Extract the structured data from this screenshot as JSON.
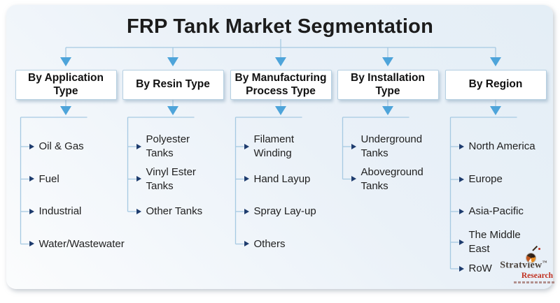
{
  "title": "FRP Tank Market Segmentation",
  "columns": [
    {
      "header": "By Application Type",
      "items": [
        "Oil & Gas",
        "Fuel",
        "Industrial",
        "Water/Wastewater"
      ]
    },
    {
      "header": "By Resin Type",
      "items": [
        "Polyester\nTanks",
        "Vinyl Ester\nTanks",
        "Other Tanks"
      ]
    },
    {
      "header": "By Manufacturing Process Type",
      "items": [
        "Filament\nWinding",
        "Hand Layup",
        "Spray Lay-up",
        "Others"
      ]
    },
    {
      "header": "By Installation Type",
      "items": [
        "Underground\nTanks",
        "Aboveground\nTanks"
      ]
    },
    {
      "header": "By Region",
      "items": [
        "North America",
        "Europe",
        "Asia-Pacific",
        "The Middle\nEast",
        "RoW"
      ]
    }
  ],
  "logo": {
    "brand": "Stratview",
    "tm": "™",
    "sub": "Research"
  },
  "colors": {
    "accent": "#4ea4da",
    "line": "#a6c9e2",
    "bullet": "#1e3c6e",
    "ink": "#1c1c1c",
    "boxborder": "#b6d0e2",
    "brand": "#4a423c",
    "brandred": "#c03020"
  }
}
